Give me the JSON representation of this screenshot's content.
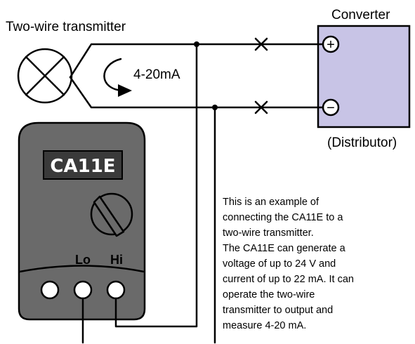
{
  "transmitter": {
    "label": "Two-wire transmitter"
  },
  "loop": {
    "current_label": "4-20mA"
  },
  "converter": {
    "title": "Converter",
    "subtitle": "(Distributor)",
    "plus_symbol": "+",
    "minus_symbol": "−",
    "fill_color": "#c8c4e6"
  },
  "meter": {
    "model": "CA11E",
    "lo_label": "Lo",
    "hi_label": "Hi",
    "body_color": "#6a6a6a",
    "display_color": "#3a3a3a"
  },
  "description": {
    "lines": [
      "This is an example of",
      "connecting the CA11E to a",
      "two-wire transmitter.",
      "The CA11E can generate a",
      "voltage of up to 24 V and",
      "current of up to 22 mA. It can",
      "operate the two-wire",
      "transmitter to output and",
      "measure 4-20 mA."
    ]
  }
}
